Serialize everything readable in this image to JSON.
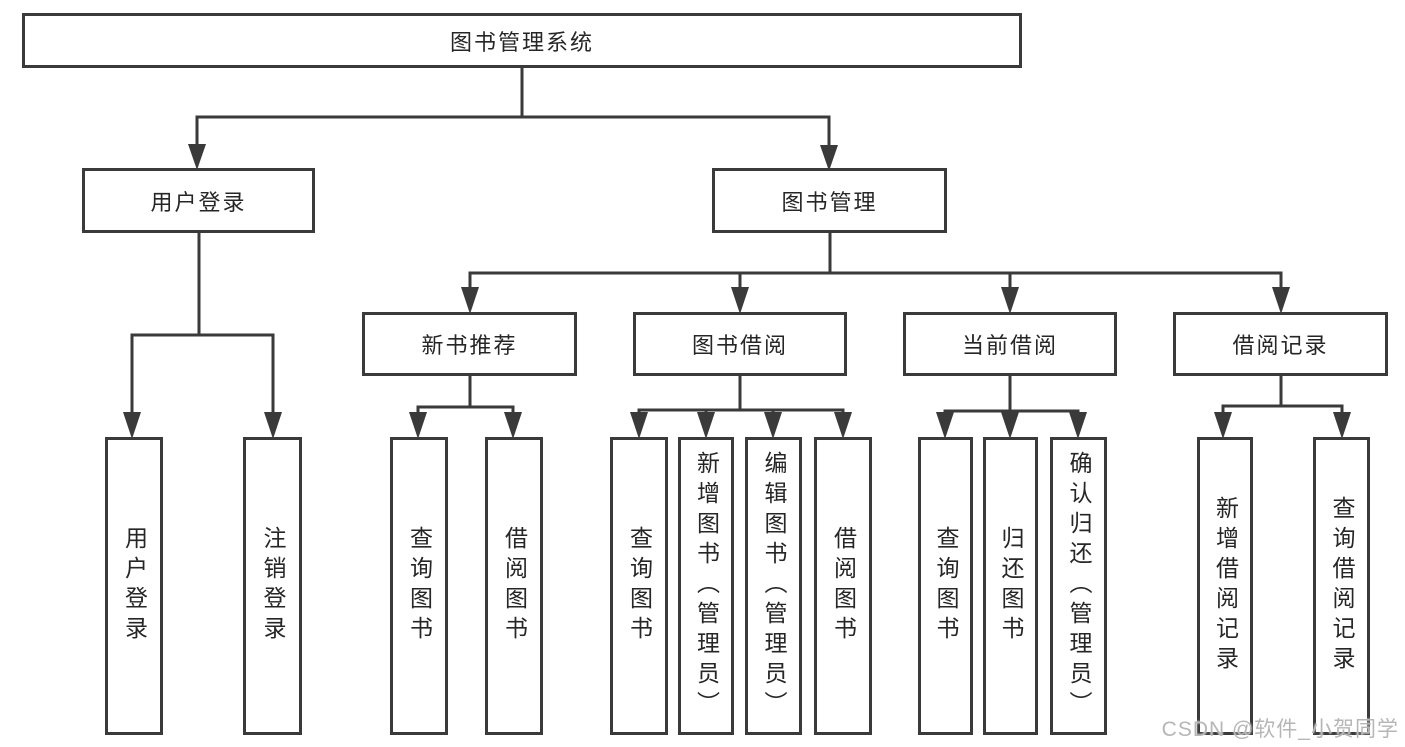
{
  "nodes": {
    "root": {
      "label": "图书管理系统"
    },
    "user_login": {
      "label": "用户登录"
    },
    "book_mgmt": {
      "label": "图书管理"
    },
    "new_book_rec": {
      "label": "新书推荐"
    },
    "book_borrow": {
      "label": "图书借阅"
    },
    "current_borrow": {
      "label": "当前借阅"
    },
    "borrow_records": {
      "label": "借阅记录"
    },
    "leaf_user_login": {
      "label": "用户登录"
    },
    "leaf_logout": {
      "label": "注销登录"
    },
    "leaf_query_book_newrec": {
      "label": "查询图书"
    },
    "leaf_borrow_book_newrec": {
      "label": "借阅图书"
    },
    "leaf_query_book_borrow": {
      "label": "查询图书"
    },
    "leaf_add_book": {
      "label": "新增图书（管理员）"
    },
    "leaf_edit_book": {
      "label": "编辑图书（管理员）"
    },
    "leaf_borrow_book_borrow": {
      "label": "借阅图书"
    },
    "leaf_query_book_current": {
      "label": "查询图书"
    },
    "leaf_return_book": {
      "label": "归还图书"
    },
    "leaf_confirm_return": {
      "label": "确认归还（管理员）"
    },
    "leaf_add_borrow_record": {
      "label": "新增借阅记录"
    },
    "leaf_query_borrow_record": {
      "label": "查询借阅记录"
    }
  },
  "hierarchy": {
    "图书管理系统": {
      "用户登录": [
        "用户登录",
        "注销登录"
      ],
      "图书管理": {
        "新书推荐": [
          "查询图书",
          "借阅图书"
        ],
        "图书借阅": [
          "查询图书",
          "新增图书（管理员）",
          "编辑图书（管理员）",
          "借阅图书"
        ],
        "当前借阅": [
          "查询图书",
          "归还图书",
          "确认归还（管理员）"
        ],
        "借阅记录": [
          "新增借阅记录",
          "查询借阅记录"
        ]
      }
    }
  },
  "watermark": {
    "text": "CSDN @软件_小贺同学"
  },
  "colors": {
    "line": "#3a3a3a",
    "box_border": "#3a3a3a",
    "box_fill": "#ffffff",
    "text": "#262626",
    "watermark": "#b6b6b6",
    "background": "#ffffff"
  }
}
